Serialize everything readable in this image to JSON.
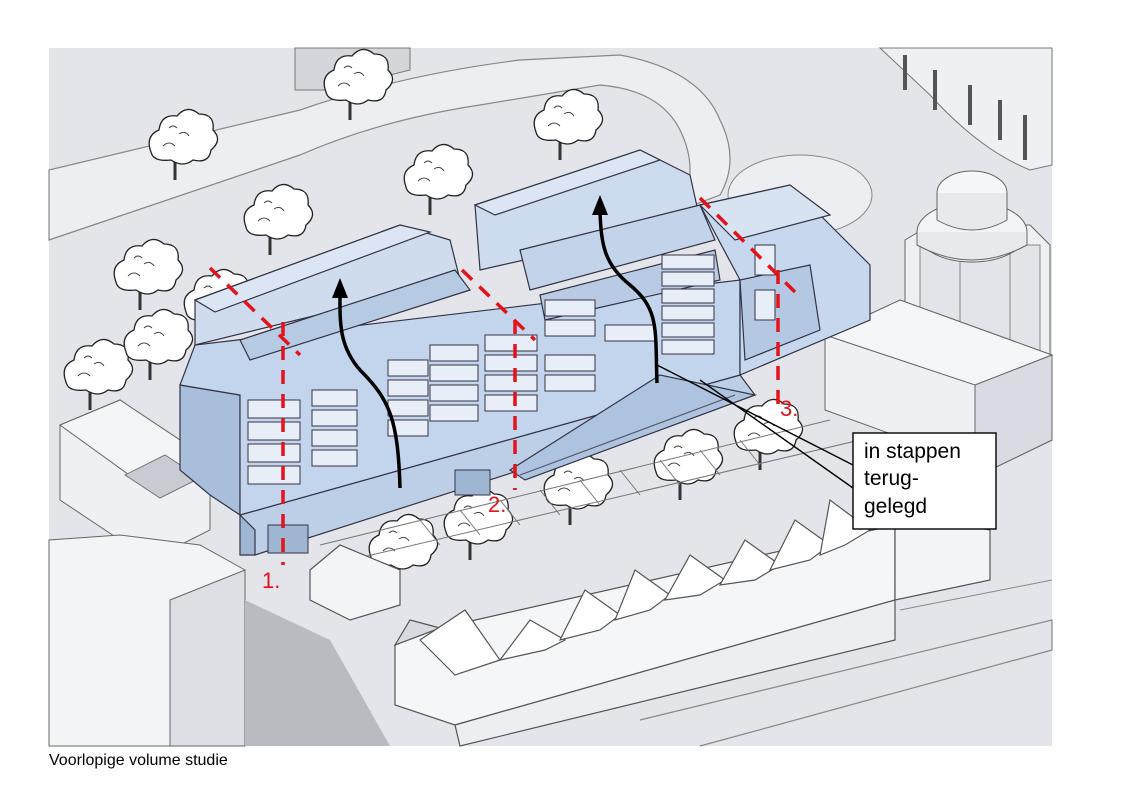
{
  "caption": "Voorlopige volume studie",
  "callout": {
    "lines": [
      "in stappen",
      "terug-",
      "gelegd"
    ]
  },
  "section_markers": [
    {
      "label": "1."
    },
    {
      "label": "2."
    },
    {
      "label": "3."
    }
  ],
  "colors": {
    "section_line": "#e3121b",
    "building_volume": "#c9d9ec",
    "context": "#e4e5ea",
    "arrow": "#000000"
  }
}
